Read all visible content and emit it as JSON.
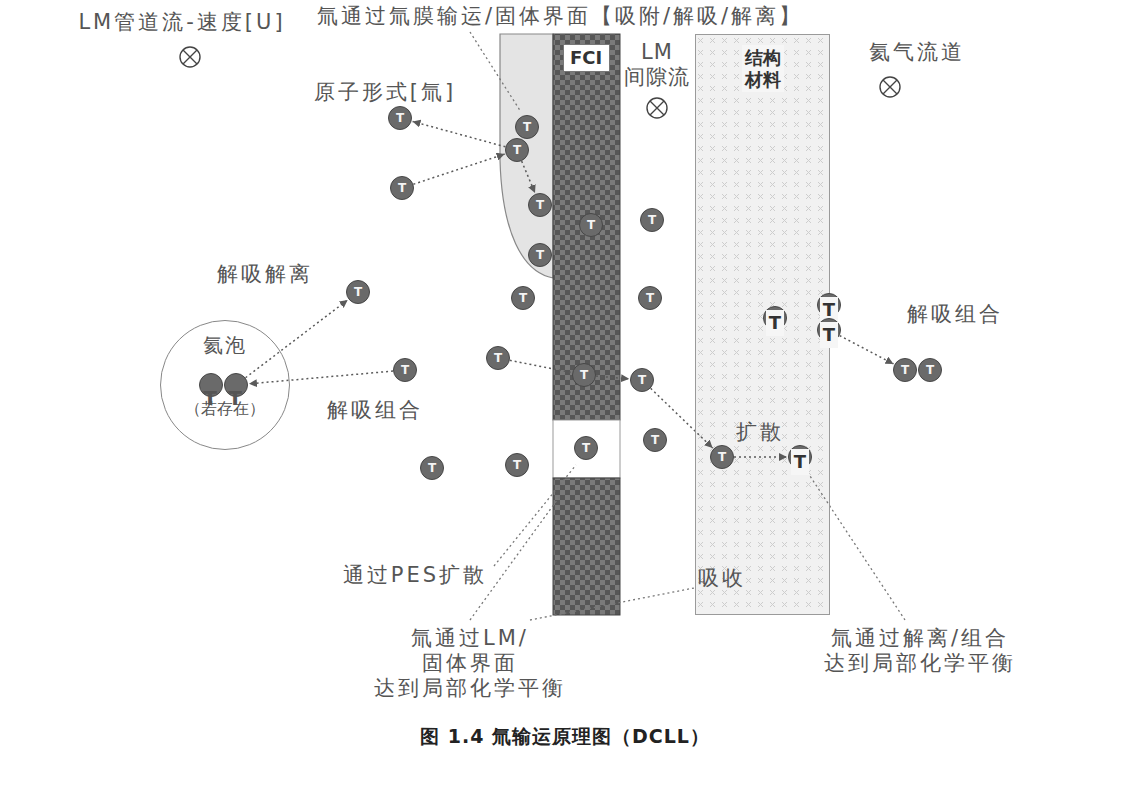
{
  "diagram": {
    "caption": "图 1.4 氚输运原理图（DCLL）",
    "nodes": [
      {
        "text": [
          "FCI"
        ]
      },
      {
        "text": [
          "结构 材料"
        ]
      },
      {
        "text": [
          "氦泡",
          "（若存在）"
        ]
      },
      {
        "text": [
          "T"
        ]
      },
      {
        "text": [
          "T"
        ]
      },
      {
        "text": [
          "T"
        ]
      },
      {
        "text": [
          "T"
        ]
      },
      {
        "text": [
          "T"
        ]
      },
      {
        "text": [
          "T"
        ]
      },
      {
        "text": [
          "T"
        ]
      },
      {
        "text": [
          "T"
        ]
      },
      {
        "text": [
          "T"
        ]
      },
      {
        "text": [
          "T"
        ]
      },
      {
        "text": [
          "T"
        ]
      },
      {
        "text": [
          "T"
        ],
        "in": 1
      },
      {
        "text": [
          "T"
        ],
        "in": 1
      },
      {
        "text": [
          "T"
        ],
        "in": 1
      },
      {
        "text": [
          "T"
        ]
      },
      {
        "text": [
          "T"
        ]
      },
      {
        "text": [
          "T"
        ],
        "in": 2
      },
      {
        "text": [
          "T"
        ],
        "in": 2
      },
      {
        "text": [
          "T"
        ]
      },
      {
        "text": [
          "T"
        ]
      },
      {
        "text": [
          "T"
        ]
      },
      {
        "text": [
          "T"
        ]
      },
      {
        "text": [
          "T"
        ]
      },
      {
        "text": [
          "T"
        ]
      },
      {
        "text": [
          "T"
        ]
      },
      {
        "text": [
          "T"
        ]
      },
      {
        "text": [
          "T"
        ]
      },
      {
        "text": [
          "T"
        ],
        "in": 1
      }
    ],
    "edges": [
      {
        "from": 5,
        "to": 3,
        "arrow": "to"
      },
      {
        "from": 6,
        "to": 5,
        "arrow": "to"
      },
      {
        "from": 5,
        "to": 7,
        "arrow": "to"
      },
      {
        "from": 20,
        "to": 11,
        "arrow": "to"
      },
      {
        "from": 18,
        "to": 20,
        "arrow": "to"
      },
      {
        "from": 17,
        "to": 21,
        "arrow": "none"
      },
      {
        "from": 21,
        "to": 22,
        "arrow": "to"
      },
      {
        "from": 22,
        "to": 29,
        "arrow": "to"
      },
      {
        "from": 29,
        "to": 30,
        "arrow": "to"
      },
      {
        "from": 16,
        "to": 23,
        "arrow": "to"
      }
    ],
    "labels": [
      "氚通过氚膜输运/固体界面【吸附/解吸/解离】",
      "LM管道流-速度[U]",
      "原子形式[氚]",
      "LM 间隙流",
      "氦气流道",
      "解吸解离",
      "解吸组合",
      "解吸组合",
      "扩散",
      "通过PES扩散",
      "吸收",
      "氚通过LM/固体界面 达到局部化学平衡",
      "氚通过解离/组合 达到局部化学平衡"
    ]
  }
}
